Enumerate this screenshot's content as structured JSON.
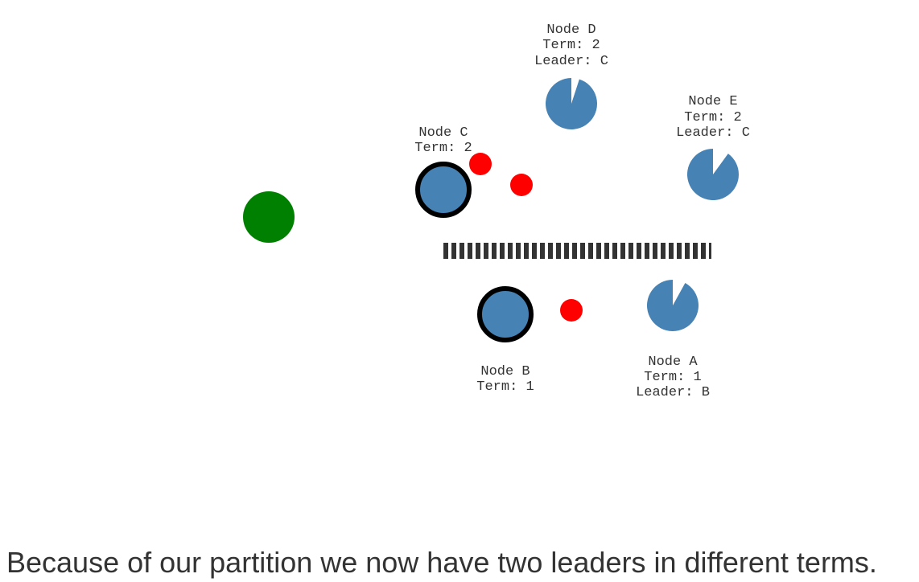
{
  "colors": {
    "node": "#4682b4",
    "client": "#008000",
    "message": "#ff0000",
    "leader_ring": "#000000",
    "partition": "#333333",
    "text": "#333333"
  },
  "client": {
    "icon": "client-circle"
  },
  "partition": {
    "icon": "dashed-partition-line"
  },
  "nodes": {
    "c": {
      "line1": "Node C",
      "line2": "Term: 2",
      "role": "leader"
    },
    "d": {
      "line1": "Node D",
      "line2": "Term: 2",
      "line3": "Leader: C",
      "role": "follower",
      "timeout_progress": 0.05
    },
    "e": {
      "line1": "Node E",
      "line2": "Term: 2",
      "line3": "Leader: C",
      "role": "follower",
      "timeout_progress": 0.1
    },
    "b": {
      "line1": "Node B",
      "line2": "Term: 1",
      "role": "leader"
    },
    "a": {
      "line1": "Node A",
      "line2": "Term: 1",
      "line3": "Leader: B",
      "role": "follower",
      "timeout_progress": 0.08
    }
  },
  "messages": [
    {
      "from": "C",
      "to": "D"
    },
    {
      "from": "C",
      "to": "E"
    },
    {
      "from": "B",
      "to": "A"
    }
  ],
  "caption": "Because of our partition we now have two leaders in different terms."
}
